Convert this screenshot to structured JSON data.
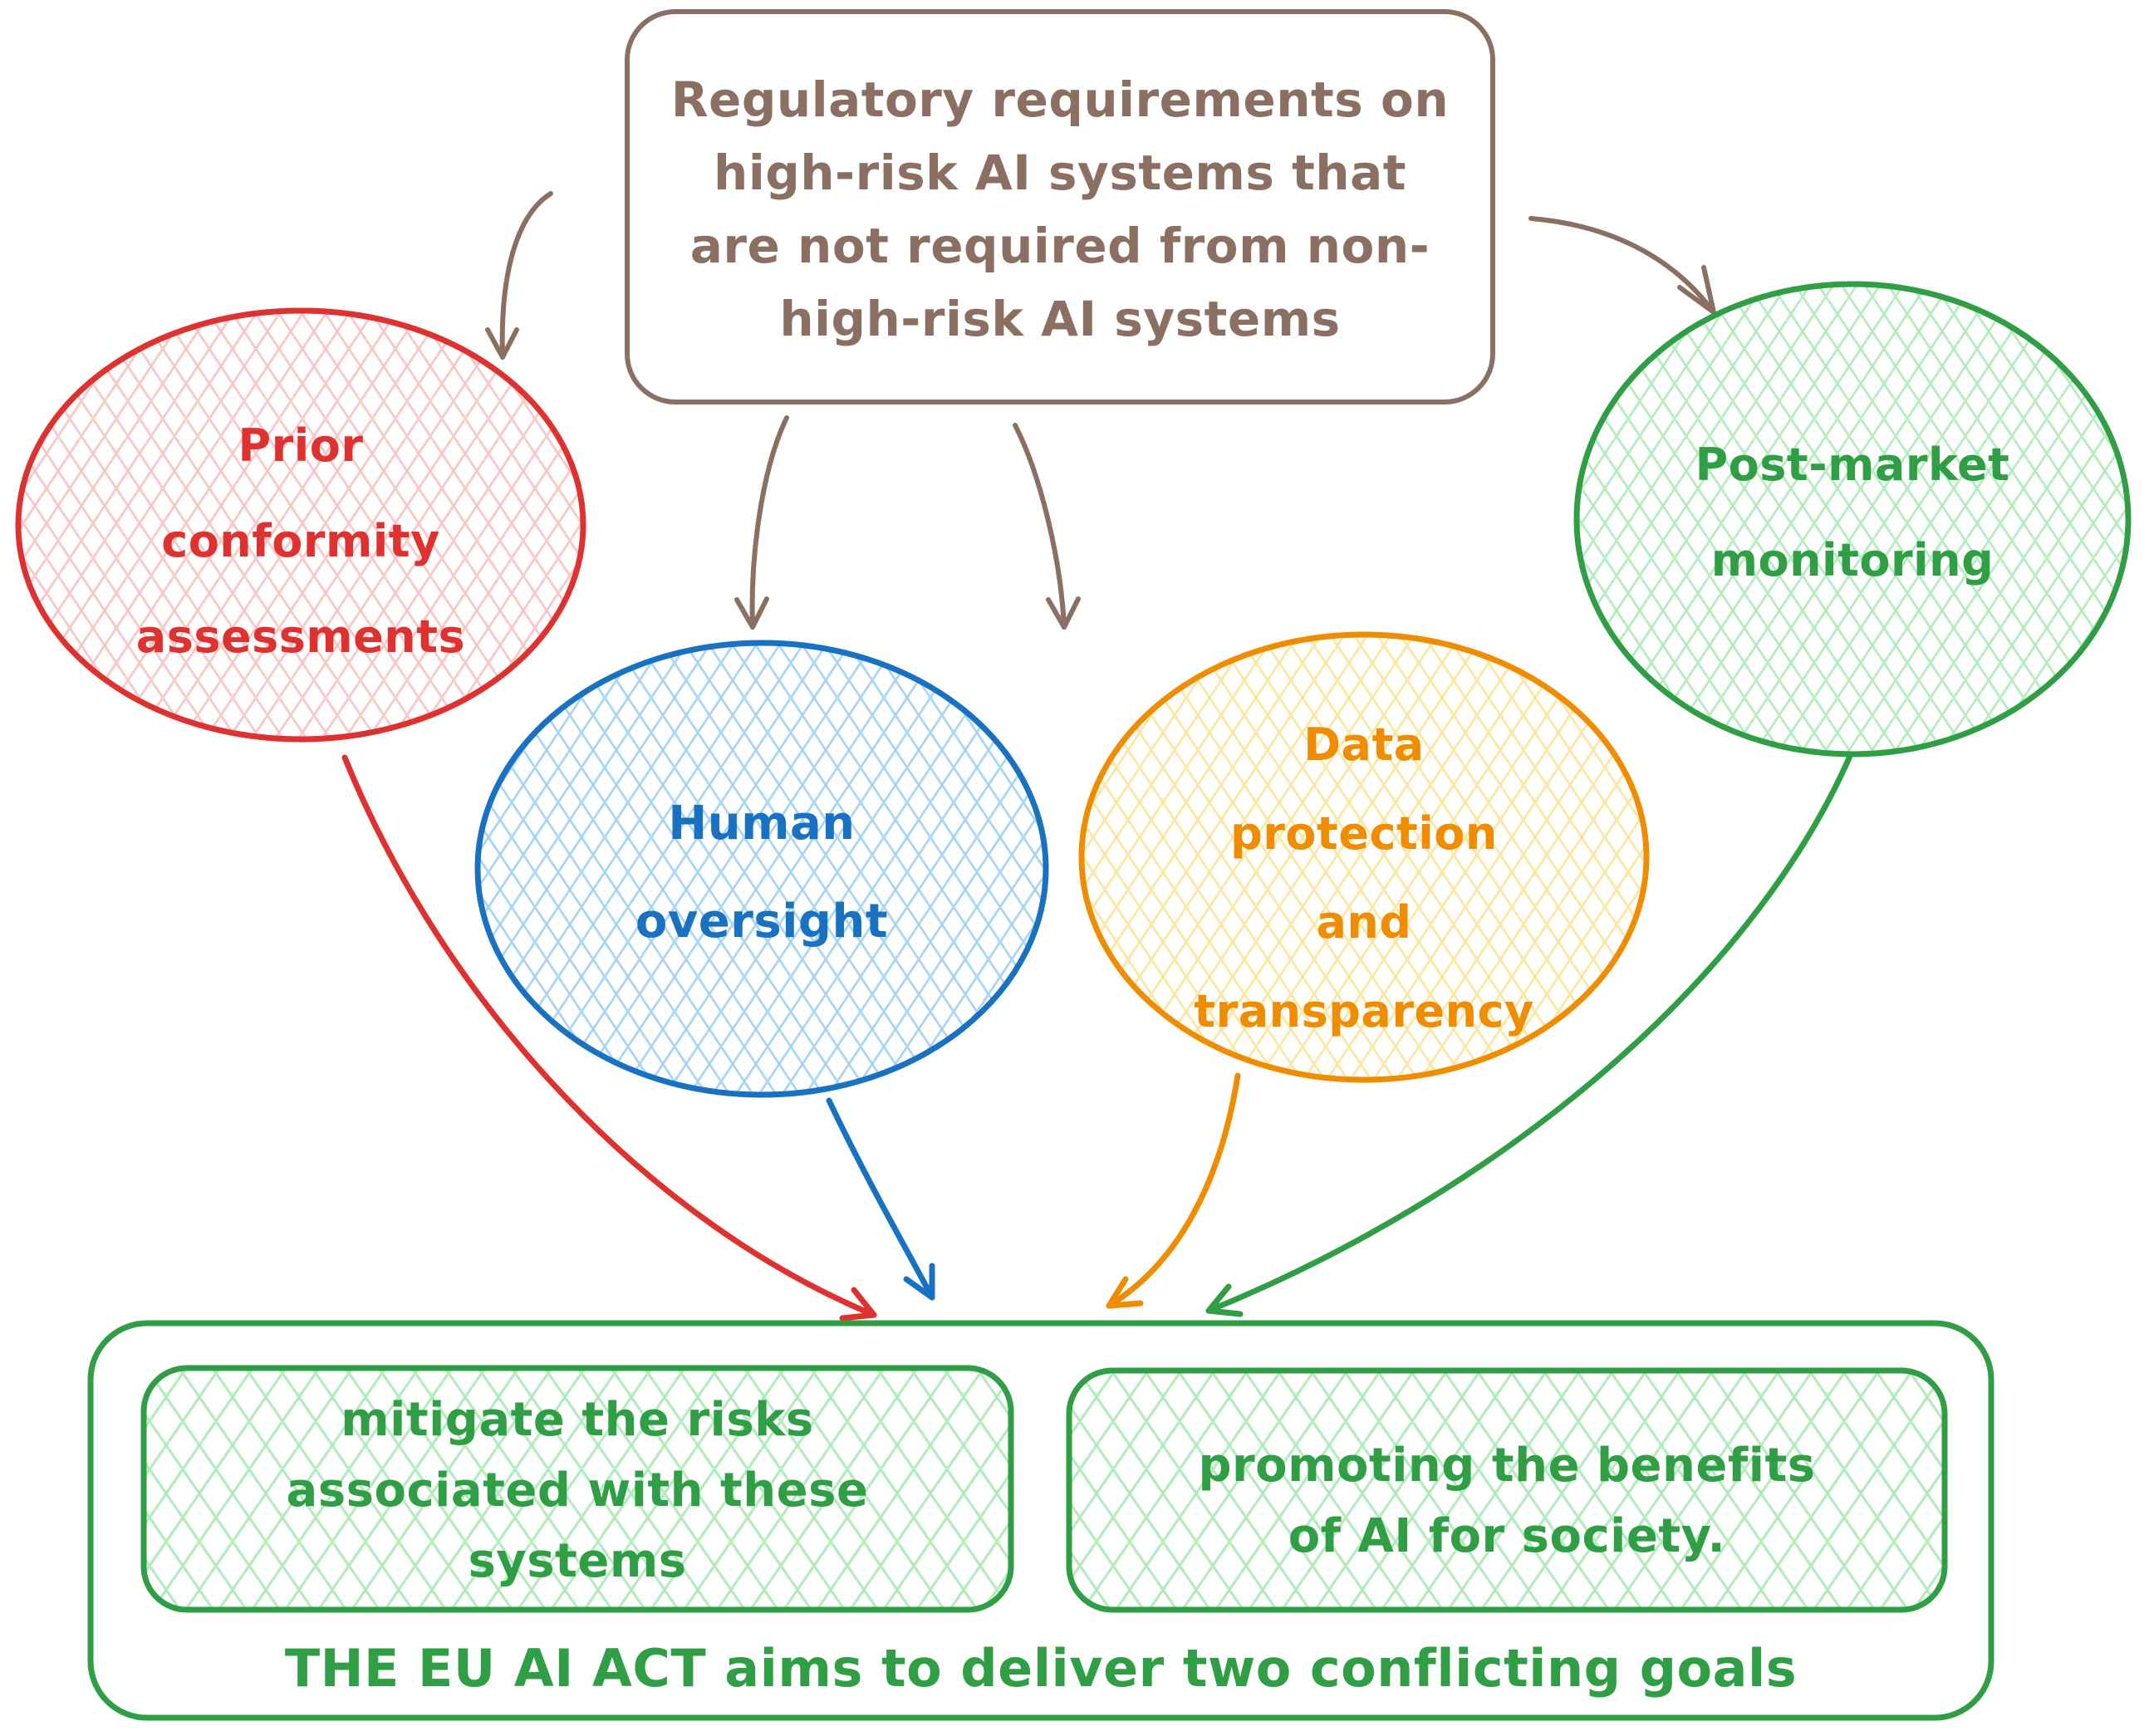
{
  "diagram_title": "EU AI Act regulatory requirements diagram",
  "colors": {
    "brown": "#8a6f62",
    "red": "#e03131",
    "red_hatch": "#f9c7c5",
    "blue": "#1971c2",
    "blue_hatch": "#a9d6f7",
    "orange": "#f08c00",
    "orange_hatch": "#fbe7a1",
    "green": "#2f9e44",
    "green_hatch": "#b4edbd",
    "background": "#ffffff"
  },
  "top_box": {
    "lines": [
      "Regulatory requirements on",
      "high-risk AI systems that",
      "are not required from non-",
      "high-risk AI systems"
    ]
  },
  "ellipses": {
    "prior_conformity": {
      "lines": [
        "Prior",
        "conformity",
        "assessments"
      ]
    },
    "human_oversight": {
      "lines": [
        "Human",
        "oversight"
      ]
    },
    "data_protection": {
      "lines": [
        "Data",
        "protection",
        "and",
        "transparency"
      ]
    },
    "post_market": {
      "lines": [
        "Post-market",
        "monitoring"
      ]
    }
  },
  "bottom": {
    "left_box": {
      "lines": [
        "mitigate the risks",
        "associated with these",
        "systems"
      ]
    },
    "right_box": {
      "lines": [
        "promoting the benefits",
        "of AI for society."
      ]
    },
    "caption": "THE EU AI ACT aims to deliver two conflicting goals"
  }
}
